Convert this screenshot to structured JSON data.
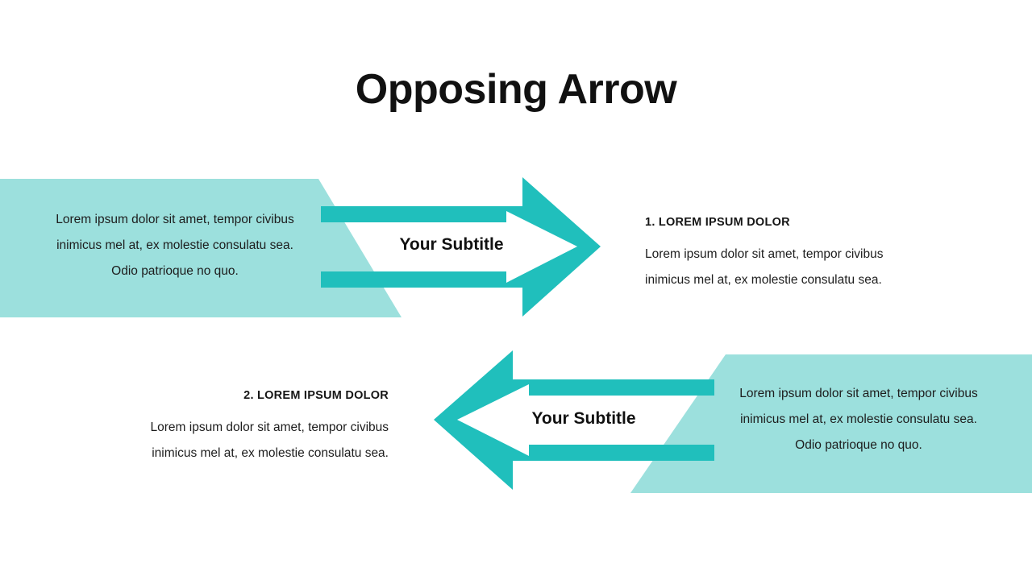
{
  "slide": {
    "title": "Opposing Arrow",
    "background_color": "#ffffff"
  },
  "theme": {
    "accent_dark": "#20bfbc",
    "accent_light": "#9ce0dd",
    "text_color": "#1d1d1d",
    "heading_color": "#111111"
  },
  "rows": [
    {
      "direction": "right",
      "arrow_subtitle": "Your Subtitle",
      "panel_text": "Lorem ipsum dolor sit amet, tempor civibus inimicus mel at, ex molestie consulatu sea. Odio patrioque no quo.",
      "heading": "1. LOREM IPSUM DOLOR",
      "body": "Lorem ipsum dolor sit amet, tempor civibus inimicus mel at, ex molestie consulatu sea."
    },
    {
      "direction": "left",
      "arrow_subtitle": "Your Subtitle",
      "panel_text": "Lorem ipsum dolor sit amet, tempor civibus inimicus mel at, ex molestie consulatu sea. Odio patrioque no quo.",
      "heading": "2. LOREM IPSUM DOLOR",
      "body": "Lorem ipsum dolor sit amet, tempor civibus inimicus mel at, ex molestie consulatu sea."
    }
  ]
}
